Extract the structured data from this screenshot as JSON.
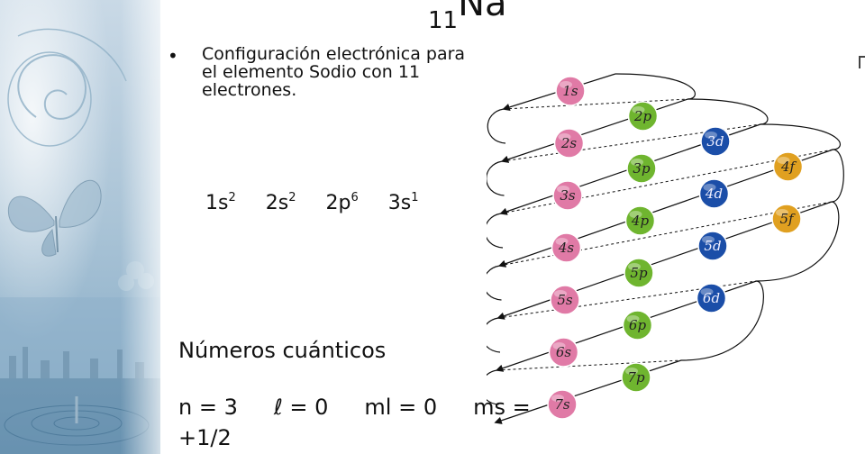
{
  "title": {
    "atomic_number": "11",
    "symbol": "Na"
  },
  "bullet": {
    "text": "Configuración electrónica para el elemento Sodio con 11 electrones."
  },
  "configuration": {
    "terms": [
      {
        "base": "1s",
        "exp": "2"
      },
      {
        "base": "2s",
        "exp": "2"
      },
      {
        "base": "2p",
        "exp": "6"
      },
      {
        "base": "3s",
        "exp": "1"
      }
    ]
  },
  "quantum": {
    "heading": "Números cuánticos",
    "n": "n = 3",
    "l": "ℓ = 0",
    "ml": "ml = 0",
    "ms": "ms =",
    "ms_value": "+1/2"
  },
  "colors": {
    "s": "#e07aa6",
    "p": "#6fb52f",
    "d": "#1b4ea8",
    "f": "#e0a020"
  },
  "diagram": {
    "orbitals": [
      "1s",
      "2s",
      "2p",
      "3s",
      "3p",
      "3d",
      "4s",
      "4p",
      "4d",
      "4f",
      "5s",
      "5p",
      "5d",
      "5f",
      "6s",
      "6p",
      "6d",
      "7s",
      "7p"
    ]
  }
}
